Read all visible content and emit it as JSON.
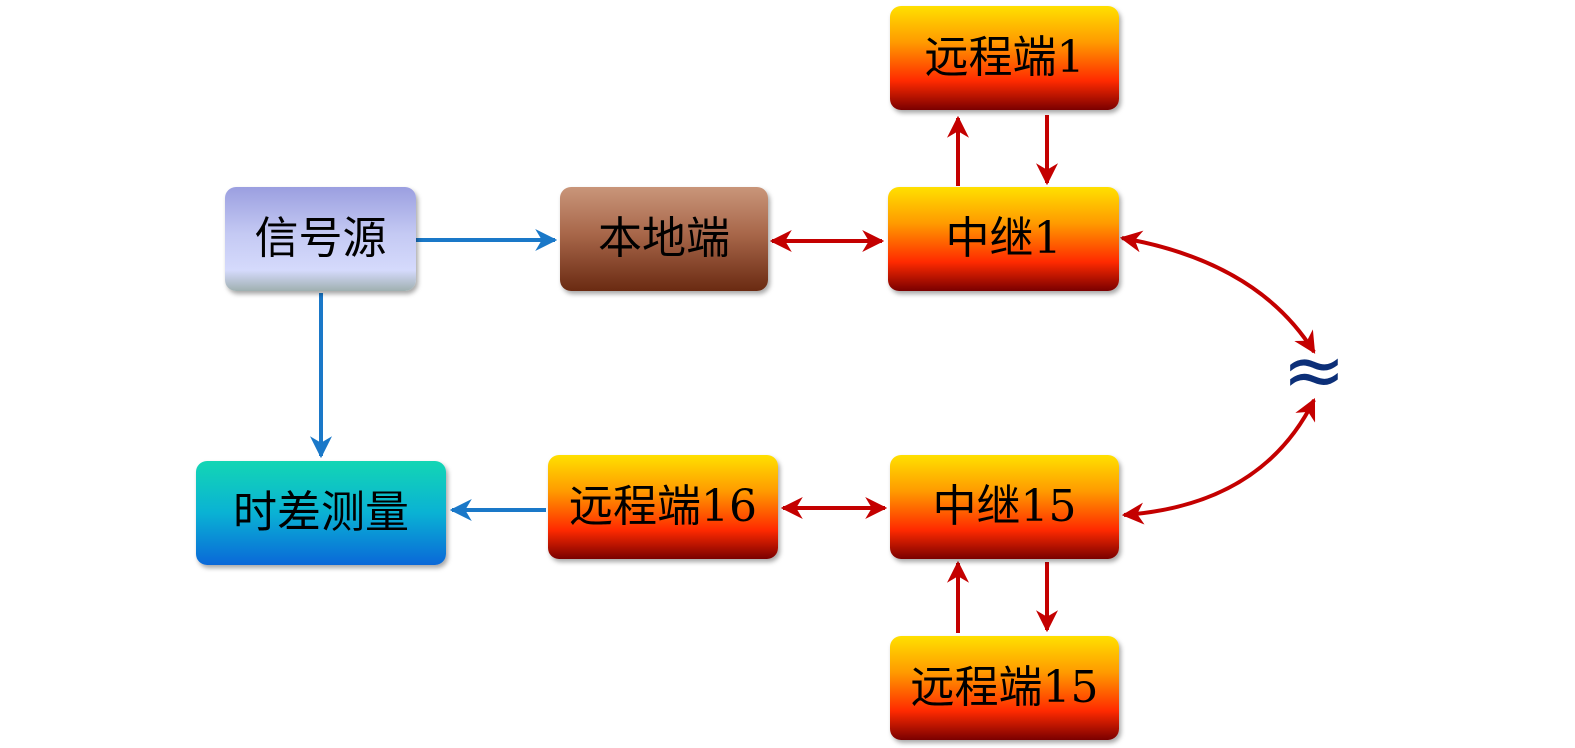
{
  "diagram": {
    "nodes": {
      "signal_source": "信号源",
      "local_end": "本地端",
      "relay_1": "中继1",
      "remote_1": "远程端1",
      "time_diff": "时差测量",
      "remote_16": "远程端16",
      "relay_15": "中继15",
      "remote_15": "远程端15"
    },
    "break_symbol": "≈"
  },
  "colors": {
    "blue_arrow": "#1a78c8",
    "red_arrow": "#c40000",
    "break_symbol": "#0c2f78"
  }
}
